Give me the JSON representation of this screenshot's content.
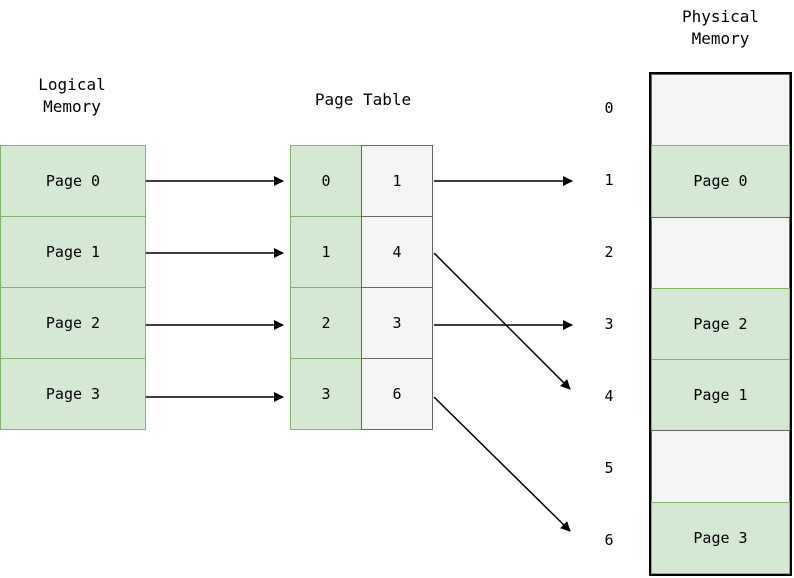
{
  "logical_memory": {
    "title_line1": "Logical",
    "title_line2": "Memory",
    "pages": [
      "Page 0",
      "Page 1",
      "Page 2",
      "Page 3"
    ]
  },
  "page_table": {
    "title": "Page Table",
    "rows": [
      {
        "page": "0",
        "frame": "1"
      },
      {
        "page": "1",
        "frame": "4"
      },
      {
        "page": "2",
        "frame": "3"
      },
      {
        "page": "3",
        "frame": "6"
      }
    ]
  },
  "physical_memory": {
    "title_line1": "Physical",
    "title_line2": "Memory",
    "frames": [
      {
        "number": "0",
        "label": ""
      },
      {
        "number": "1",
        "label": "Page 0"
      },
      {
        "number": "2",
        "label": ""
      },
      {
        "number": "3",
        "label": "Page 2"
      },
      {
        "number": "4",
        "label": "Page 1"
      },
      {
        "number": "5",
        "label": ""
      },
      {
        "number": "6",
        "label": "Page 3"
      }
    ]
  },
  "colors": {
    "page_fill": "#d5e8d4",
    "page_border": "#82b366",
    "empty_fill": "#f5f5f5",
    "empty_border": "#666666",
    "arrow": "#000000",
    "background": "#ffffff"
  }
}
